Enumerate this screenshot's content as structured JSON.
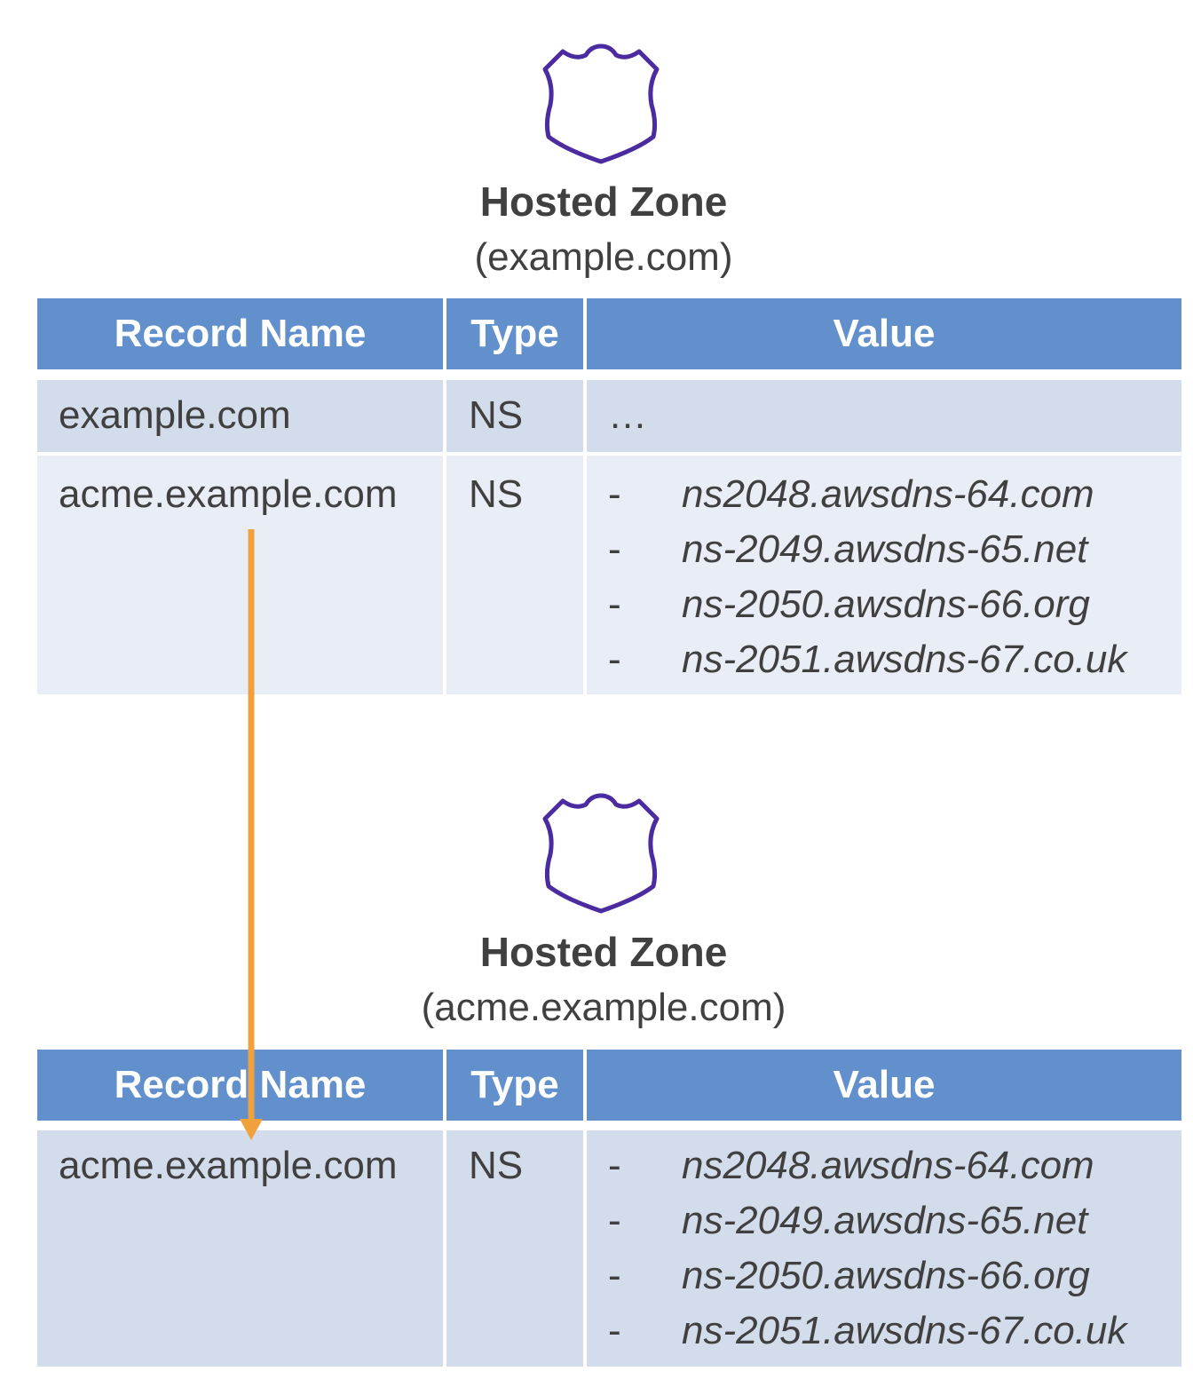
{
  "zones": [
    {
      "title": "Hosted Zone",
      "subtitle": "(example.com)",
      "headers": [
        "Record Name",
        "Type",
        "Value"
      ],
      "rows": [
        {
          "name": "example.com",
          "type": "NS",
          "value": "…"
        },
        {
          "name": "acme.example.com",
          "type": "NS",
          "values": [
            "ns2048.awsdns-64.com",
            "ns-2049.awsdns-65.net",
            "ns-2050.awsdns-66.org",
            "ns-2051.awsdns-67.co.uk"
          ]
        }
      ]
    },
    {
      "title": "Hosted Zone",
      "subtitle": "(acme.example.com)",
      "headers": [
        "Record Name",
        "Type",
        "Value"
      ],
      "rows": [
        {
          "name": "acme.example.com",
          "type": "NS",
          "values": [
            "ns2048.awsdns-64.com",
            "ns-2049.awsdns-65.net",
            "ns-2050.awsdns-66.org",
            "ns-2051.awsdns-67.co.uk"
          ]
        }
      ]
    }
  ],
  "dash": "-",
  "icons": [
    "hosted-zone-shield-icon",
    "hosted-zone-shield-icon"
  ],
  "colors": {
    "header": "#6290cd",
    "row_dark": "#d3dceb",
    "row_light": "#e8edf6",
    "icon": "#4b2ba0",
    "arrow": "#f0a03c"
  }
}
